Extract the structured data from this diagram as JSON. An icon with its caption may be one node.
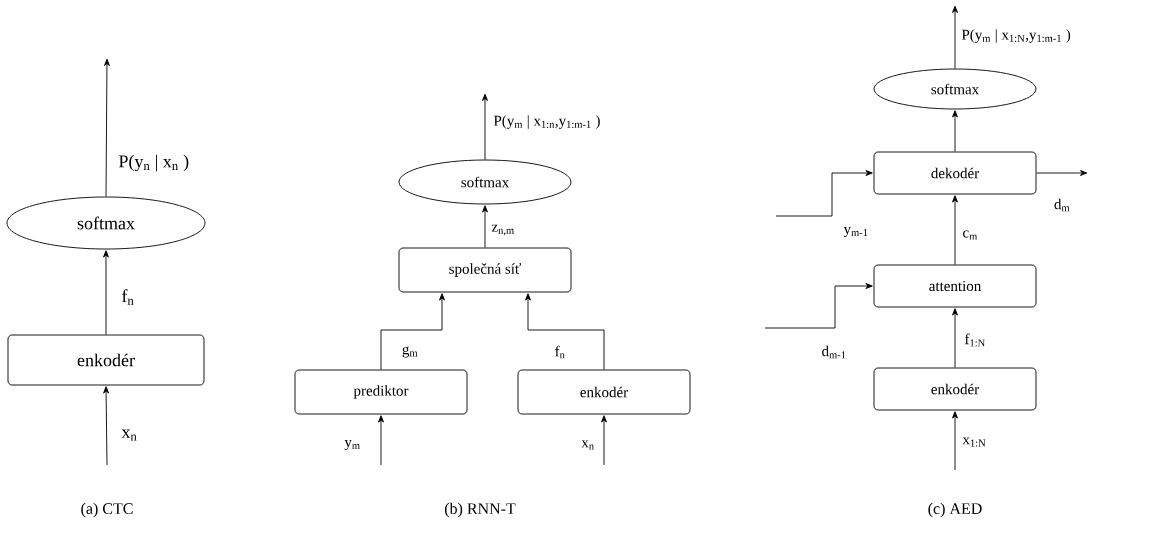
{
  "diagram": {
    "nodes": [
      {
        "text": [
          "enkodér"
        ]
      },
      {
        "text": [
          "softmax"
        ]
      },
      {
        "text": [
          "prediktor"
        ]
      },
      {
        "text": [
          "enkodér"
        ]
      },
      {
        "text": [
          "společná síť"
        ]
      },
      {
        "text": [
          "softmax"
        ]
      },
      {
        "text": [
          "enkodér"
        ]
      },
      {
        "text": [
          "attention"
        ]
      },
      {
        "text": [
          "dekodér"
        ]
      },
      {
        "text": [
          "softmax"
        ]
      }
    ],
    "edges": [
      {
        "from": null,
        "to": 0,
        "arrow": "to",
        "label": "x$_{n}$"
      },
      {
        "from": 0,
        "to": 1,
        "arrow": "to",
        "label": "f$_{n}$"
      },
      {
        "from": 1,
        "to": null,
        "arrow": "to",
        "label": "P(y$_{n}$ | x$_{n}$ )"
      },
      {
        "from": null,
        "to": 2,
        "arrow": "to",
        "label": "y$_{m}$"
      },
      {
        "from": null,
        "to": 3,
        "arrow": "to",
        "label": "x$_{n}$"
      },
      {
        "from": 2,
        "to": 4,
        "arrow": "to",
        "label": "g$_{m}$"
      },
      {
        "from": 3,
        "to": 4,
        "arrow": "to",
        "label": "f$_{n}$"
      },
      {
        "from": 4,
        "to": 5,
        "arrow": "to",
        "label": "z$_{n,m}$"
      },
      {
        "from": 5,
        "to": null,
        "arrow": "to",
        "label": "P(y$_{m}$ | x$_{1:n}$,y$_{1:m-1}$ )"
      },
      {
        "from": null,
        "to": 6,
        "arrow": "to",
        "label": "x$_{1:N}$"
      },
      {
        "from": 6,
        "to": 7,
        "arrow": "to",
        "label": "f$_{1:N}$"
      },
      {
        "from": null,
        "to": 7,
        "arrow": "to",
        "label": "d$_{m-1}$"
      },
      {
        "from": 7,
        "to": 8,
        "arrow": "to",
        "label": "c$_{m}$"
      },
      {
        "from": null,
        "to": 8,
        "arrow": "to",
        "label": "y$_{m-1}$"
      },
      {
        "from": 8,
        "to": null,
        "arrow": "to",
        "label": "d$_{m}$"
      },
      {
        "from": 8,
        "to": 9,
        "arrow": "to"
      },
      {
        "from": 9,
        "to": null,
        "arrow": "to",
        "label": "P(y$_{m}$ | x$_{1:N}$,y$_{1:m-1}$ )"
      }
    ],
    "labels": [
      "(a) CTC",
      "(b) RNN-T",
      "(c) AED"
    ]
  }
}
